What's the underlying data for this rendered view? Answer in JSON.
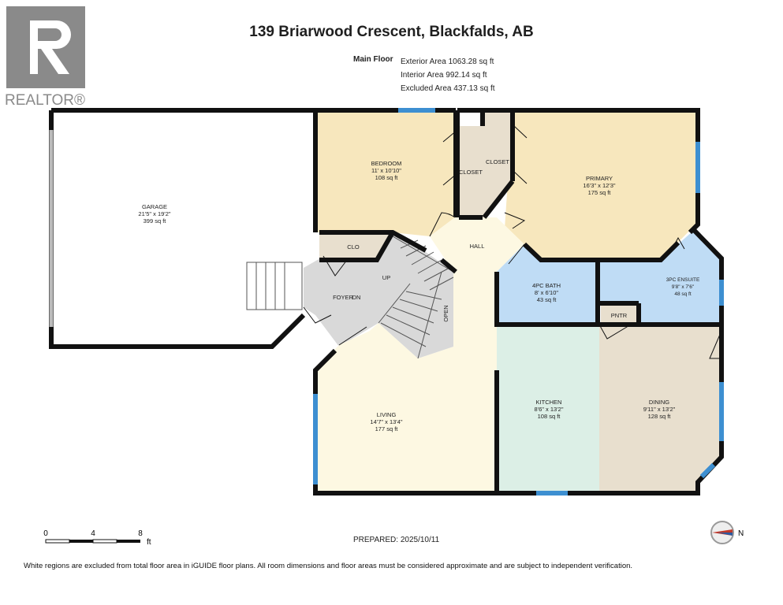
{
  "header": {
    "title": "139 Briarwood Crescent, Blackfalds, AB",
    "floor": "Main Floor",
    "exterior_area": "Exterior Area 1063.28 sq ft",
    "interior_area": "Interior Area 992.14 sq ft",
    "excluded_area": "Excluded Area 437.13 sq ft"
  },
  "logo": {
    "text": "REALTOR®"
  },
  "rooms": {
    "garage": {
      "name": "GARAGE",
      "dims": "21'5\" x 19'2\"",
      "area": "399 sq ft"
    },
    "bedroom": {
      "name": "BEDROOM",
      "dims": "11' x 10'10\"",
      "area": "108 sq ft"
    },
    "closet1": {
      "name": "CLOSET"
    },
    "closet2": {
      "name": "CLOSET"
    },
    "primary": {
      "name": "PRIMARY",
      "dims": "16'3\" x 12'3\"",
      "area": "175 sq ft"
    },
    "clo": {
      "name": "CLO"
    },
    "hall": {
      "name": "HALL"
    },
    "foyer": {
      "name": "FOYER"
    },
    "dn": {
      "name": "DN"
    },
    "up": {
      "name": "UP"
    },
    "open": {
      "name": "OPEN"
    },
    "bath": {
      "name": "4PC BATH",
      "dims": "8' x 6'10\"",
      "area": "43 sq ft"
    },
    "ensuite": {
      "name": "3PC ENSUITE",
      "dims": "9'8\" x 7'6\"",
      "area": "48 sq ft"
    },
    "pntr": {
      "name": "PNTR"
    },
    "living": {
      "name": "LIVING",
      "dims": "14'7\" x 13'4\"",
      "area": "177 sq ft"
    },
    "kitchen": {
      "name": "KITCHEN",
      "dims": "8'6\" x 13'2\"",
      "area": "108 sq ft"
    },
    "dining": {
      "name": "DINING",
      "dims": "9'11\" x 13'2\"",
      "area": "128 sq ft"
    }
  },
  "scale": {
    "ticks": [
      "0",
      "4",
      "8"
    ],
    "unit": "ft"
  },
  "compass": {
    "label": "N"
  },
  "footer": {
    "prepared": "PREPARED: 2025/10/11",
    "disclaimer": "White regions are excluded from total floor area in iGUIDE floor plans. All room dimensions and floor areas must be considered approximate and are subject to independent verification."
  },
  "colors": {
    "bedroom": "#f7e7bd",
    "primary": "#f7e7bd",
    "hall": "#fdf8e2",
    "bath": "#bfdcf5",
    "kitchen": "#dcefe6",
    "dining": "#e8dfce",
    "foyer": "#d9d9d9",
    "clo": "#e8dfce",
    "window": "#3d8fd1",
    "wall": "#111111"
  }
}
